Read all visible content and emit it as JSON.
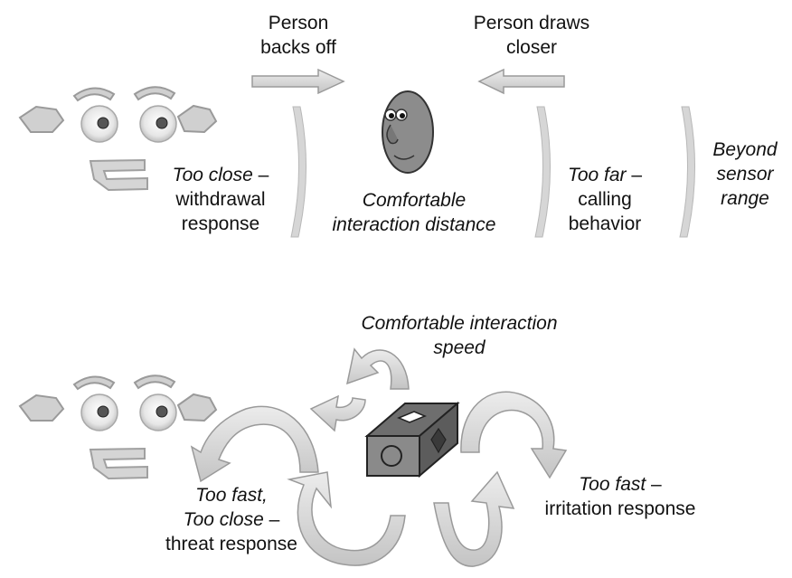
{
  "top": {
    "person_backs_off": [
      "Person",
      "backs off"
    ],
    "person_draws_closer": [
      "Person draws",
      "closer"
    ],
    "too_close": {
      "italic": "Too close",
      "rest": " –",
      "line2": "withdrawal",
      "line3": "response"
    },
    "comfortable_distance": [
      "Comfortable",
      "interaction distance"
    ],
    "too_far": {
      "italic": "Too far",
      "rest": " –",
      "line2": "calling",
      "line3": "behavior"
    },
    "beyond": [
      "Beyond",
      "sensor",
      "range"
    ]
  },
  "bottom": {
    "comfortable_speed": [
      "Comfortable interaction",
      "speed"
    ],
    "too_fast_close": {
      "line1": "Too fast,",
      "line2_italic": "Too close",
      "line2_rest": " –",
      "line3": "threat response"
    },
    "too_fast_irritation": {
      "italic": "Too fast",
      "rest": " –",
      "line2": "irritation response"
    }
  },
  "colors": {
    "face_gray": "#cfcfcf",
    "face_outline": "#9a9a9a",
    "arrow_fill": "#d8d8d8",
    "person_body": "#8c8c8c",
    "cube_front": "#8a8a8a",
    "cube_top": "#6e6e6e",
    "cube_side": "#5c5c5c"
  }
}
